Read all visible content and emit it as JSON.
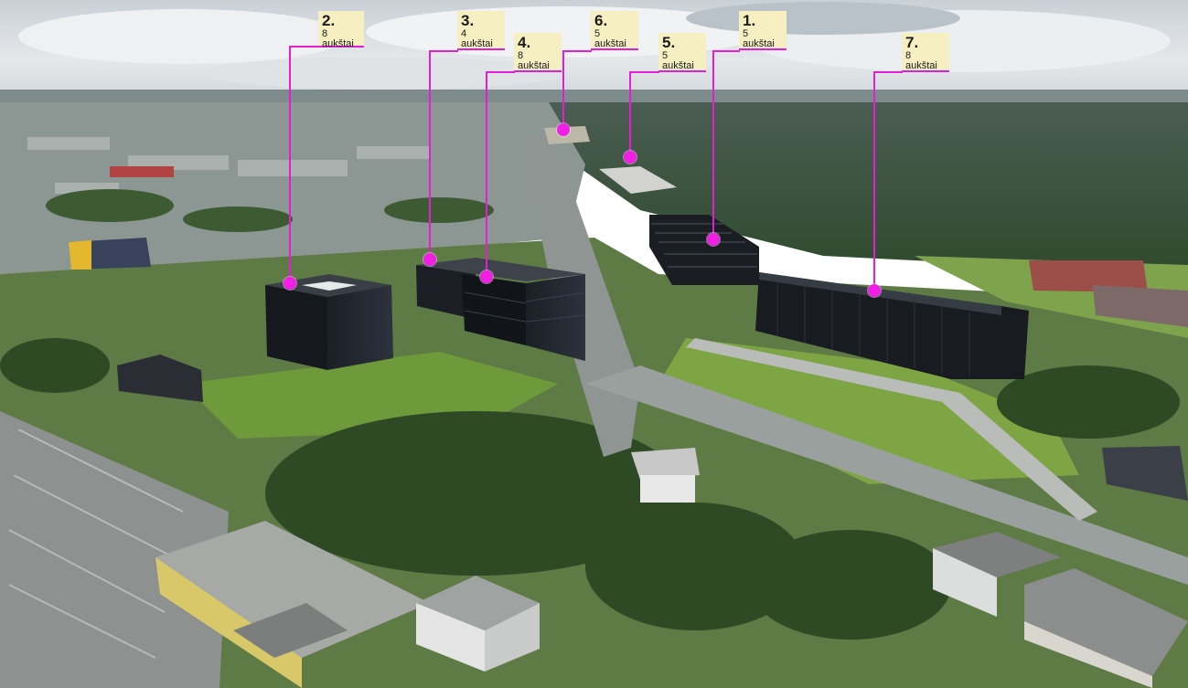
{
  "markers": [
    {
      "id": "2",
      "number": "2.",
      "floors": "8 aukštai"
    },
    {
      "id": "3",
      "number": "3.",
      "floors": "4 aukštai"
    },
    {
      "id": "4",
      "number": "4.",
      "floors": "8 aukštai"
    },
    {
      "id": "6",
      "number": "6.",
      "floors": "5 aukštai"
    },
    {
      "id": "5",
      "number": "5.",
      "floors": "5 aukštai"
    },
    {
      "id": "1",
      "number": "1.",
      "floors": "5 aukštai"
    },
    {
      "id": "7",
      "number": "7.",
      "floors": "8 aukštai"
    }
  ],
  "colors": {
    "marker": "#e21fd6",
    "label_bg": "#f6efc2"
  }
}
